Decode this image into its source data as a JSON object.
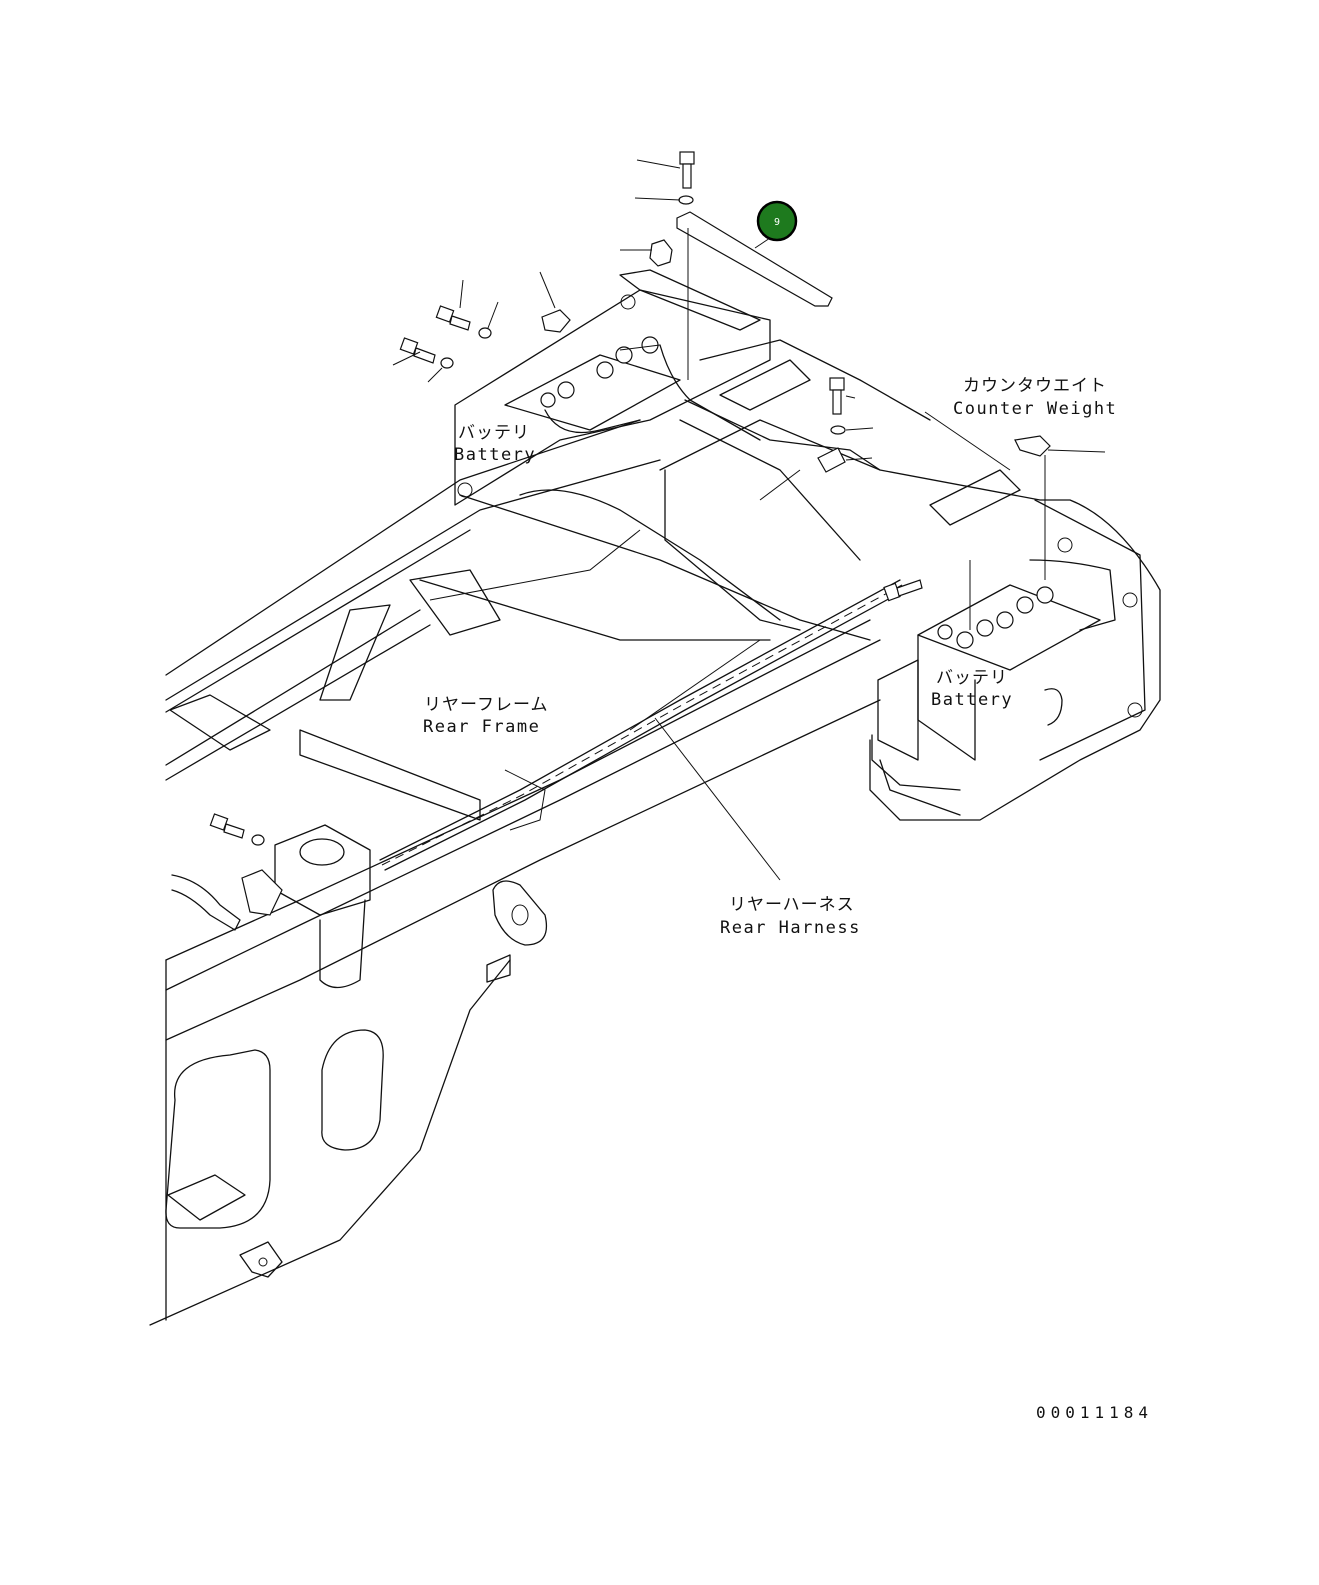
{
  "callout": {
    "number": "9",
    "color": "#1e7a1e"
  },
  "labels": {
    "battery_left": {
      "jp": "バッテリ",
      "en": "Battery"
    },
    "counter_weight": {
      "jp": "カウンタウエイト",
      "en": "Counter Weight"
    },
    "battery_right": {
      "jp": "バッテリ",
      "en": "Battery"
    },
    "rear_frame": {
      "jp": "リヤーフレーム",
      "en": "Rear Frame"
    },
    "rear_harness": {
      "jp": "リヤーハーネス",
      "en": "Rear Harness"
    }
  },
  "diagram_number": "00011184"
}
